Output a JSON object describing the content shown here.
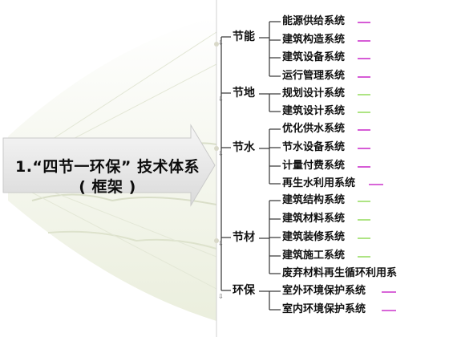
{
  "title": {
    "line1": "1.“四节一环保” 技术体系",
    "line2": "( 框架 )"
  },
  "colors": {
    "fan_panel": "#e9edd8",
    "arrow_fill": "#e8e8e8",
    "line": "#333333",
    "accent_magenta": "#cc33cc",
    "accent_green": "#99dd66"
  },
  "categories": [
    {
      "label": "节能",
      "items": [
        {
          "label": "能源供给系统",
          "accent": "magenta"
        },
        {
          "label": "建筑构造系统",
          "accent": "magenta"
        },
        {
          "label": "建筑设备系统",
          "accent": "magenta"
        },
        {
          "label": "运行管理系统",
          "accent": "magenta"
        }
      ]
    },
    {
      "label": "节地",
      "items": [
        {
          "label": "规划设计系统",
          "accent": "green"
        },
        {
          "label": "建筑设计系统",
          "accent": "green"
        }
      ]
    },
    {
      "label": "节水",
      "items": [
        {
          "label": "优化供水系统",
          "accent": "magenta"
        },
        {
          "label": "节水设备系统",
          "accent": "magenta"
        },
        {
          "label": "计量付费系统",
          "accent": "magenta"
        },
        {
          "label": "再生水利用系统",
          "accent": "magenta"
        }
      ]
    },
    {
      "label": "节材",
      "items": [
        {
          "label": "建筑结构系统",
          "accent": "green"
        },
        {
          "label": "建筑材料系统",
          "accent": "green"
        },
        {
          "label": "建筑装修系统",
          "accent": "green"
        },
        {
          "label": "建筑施工系统",
          "accent": "green"
        },
        {
          "label": "废弃材料再生循环利用系",
          "accent": "green"
        }
      ]
    },
    {
      "label": "环保",
      "items": [
        {
          "label": "室外环境保护系统",
          "accent": "magenta"
        },
        {
          "label": "室内环境保护系统",
          "accent": "magenta"
        }
      ]
    }
  ]
}
